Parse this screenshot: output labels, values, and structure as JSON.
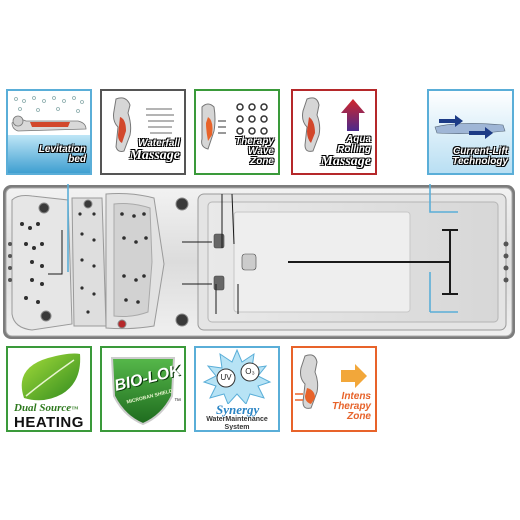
{
  "top_tiles": [
    {
      "id": "levitation",
      "line1": "Levitation",
      "line2": "bed",
      "border": "#5aaed8"
    },
    {
      "id": "waterfall",
      "line1": "Waterfall",
      "line2": "Massage",
      "border": "#555555"
    },
    {
      "id": "therapy",
      "line1": "Therapy",
      "line2": "Wave",
      "line3": "Zone",
      "border": "#3a9a3a"
    },
    {
      "id": "aqua",
      "line1": "Aqua",
      "line2": "Rolling",
      "line3": "Massage",
      "border": "#b5282a"
    },
    {
      "id": "current",
      "line1": "Current-Lift",
      "line2": "Technology",
      "border": "#5aaed8"
    }
  ],
  "bottom_tiles": [
    {
      "id": "heating",
      "script": "Dual Source",
      "tm": "™",
      "big": "HEATING",
      "border": "#3a9a3a"
    },
    {
      "id": "biolok",
      "big": "BIO-LOK",
      "small": "MICROBAN SHIELD",
      "tm": "™",
      "border": "#3a9a3a"
    },
    {
      "id": "synergy",
      "uv": "UV",
      "o3": "O₃",
      "script": "Synergy",
      "line1": "WaterMaintenance",
      "line2": "System",
      "border": "#5aaed8"
    },
    {
      "id": "intense",
      "line1": "Intens",
      "line2": "Therapy",
      "line3": "Zone",
      "border": "#e8632a"
    }
  ],
  "colors": {
    "blue": "#5aaed8",
    "green": "#3a9a3a",
    "red": "#b5282a",
    "orange": "#e8632a",
    "dark": "#333333"
  }
}
